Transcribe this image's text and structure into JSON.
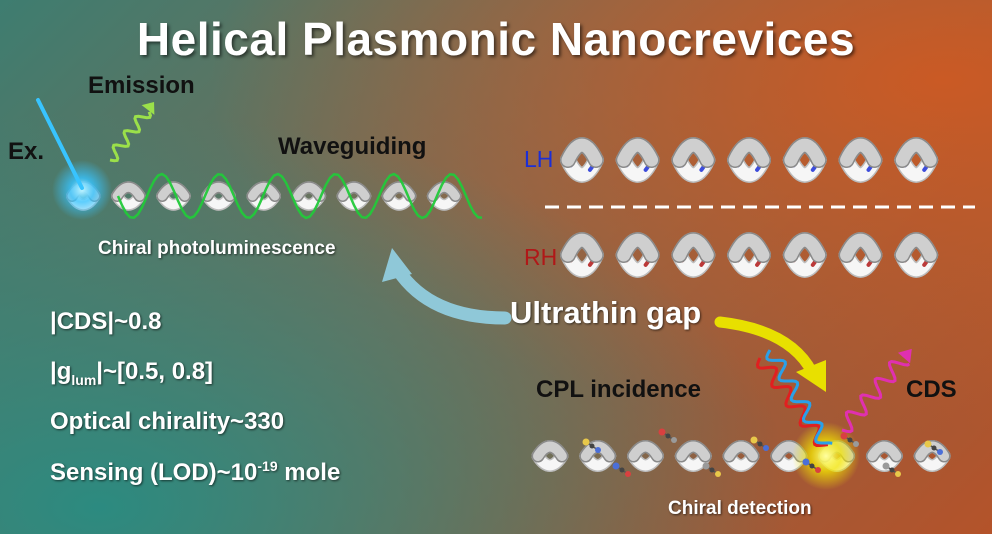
{
  "title": "Helical Plasmonic Nanocrevices",
  "labels": {
    "emission": "Emission",
    "excitation": "Ex.",
    "waveguiding": "Waveguiding",
    "chiral_pl": "Chiral photoluminescence",
    "lh": "LH",
    "rh": "RH",
    "ultrathin_gap": "Ultrathin gap",
    "cpl_incidence": "CPL incidence",
    "cds": "CDS",
    "chiral_detection": "Chiral detection"
  },
  "stats": {
    "cds_value": "|CDS|~0.8",
    "glum_prefix": "|g",
    "glum_sub": "lum",
    "glum_suffix": "|~[0.5, 0.8]",
    "optical_chirality": "Optical chirality~330",
    "sensing_prefix": "Sensing (LOD)~10",
    "sensing_exp": "-19",
    "sensing_suffix": " mole"
  },
  "colors": {
    "lh": "#1c2fd6",
    "rh": "#b01818",
    "emission_wave": "#9be04a",
    "waveguide_wave": "#22c93a",
    "excitation_beam": "#38c4ff",
    "ultrathin_arrow": "#8fc8d8",
    "detection_arrow": "#e8e000",
    "cpl_red": "#e02020",
    "cpl_blue": "#2aa0e8",
    "cds_wave": "#e030b0"
  }
}
